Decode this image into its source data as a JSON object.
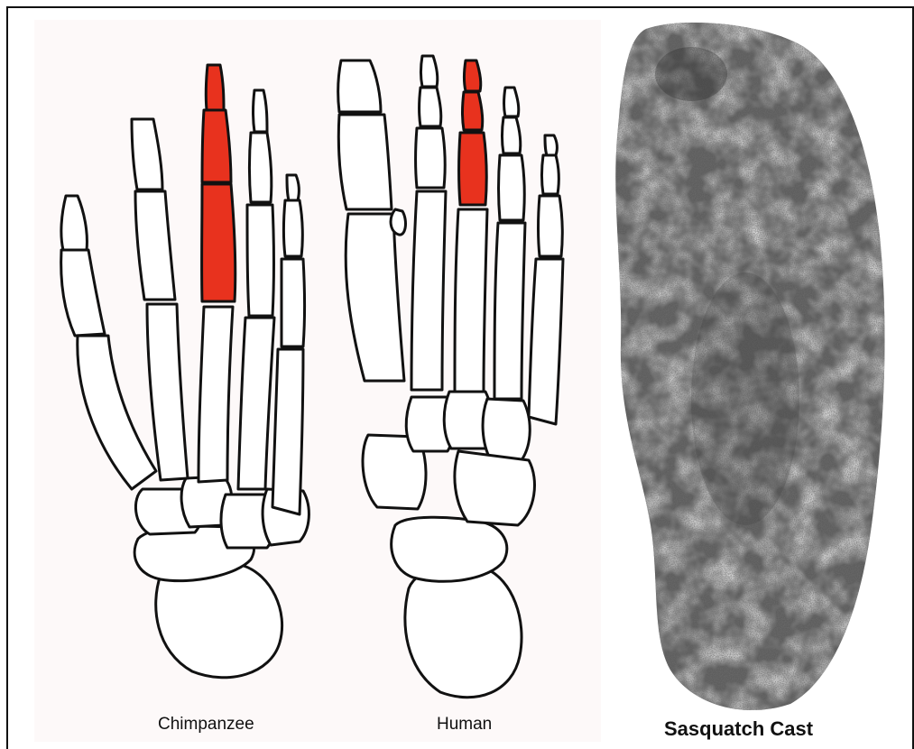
{
  "captions": {
    "chimpanzee": "Chimpanzee",
    "human": "Human",
    "cast": "Sasquatch Cast"
  },
  "colors": {
    "highlight_bone": "#e8321e",
    "bone_fill": "#ffffff",
    "bone_outline": "#111111",
    "cast_dark": "#3a3a3a",
    "cast_light": "#9c9c9c"
  }
}
